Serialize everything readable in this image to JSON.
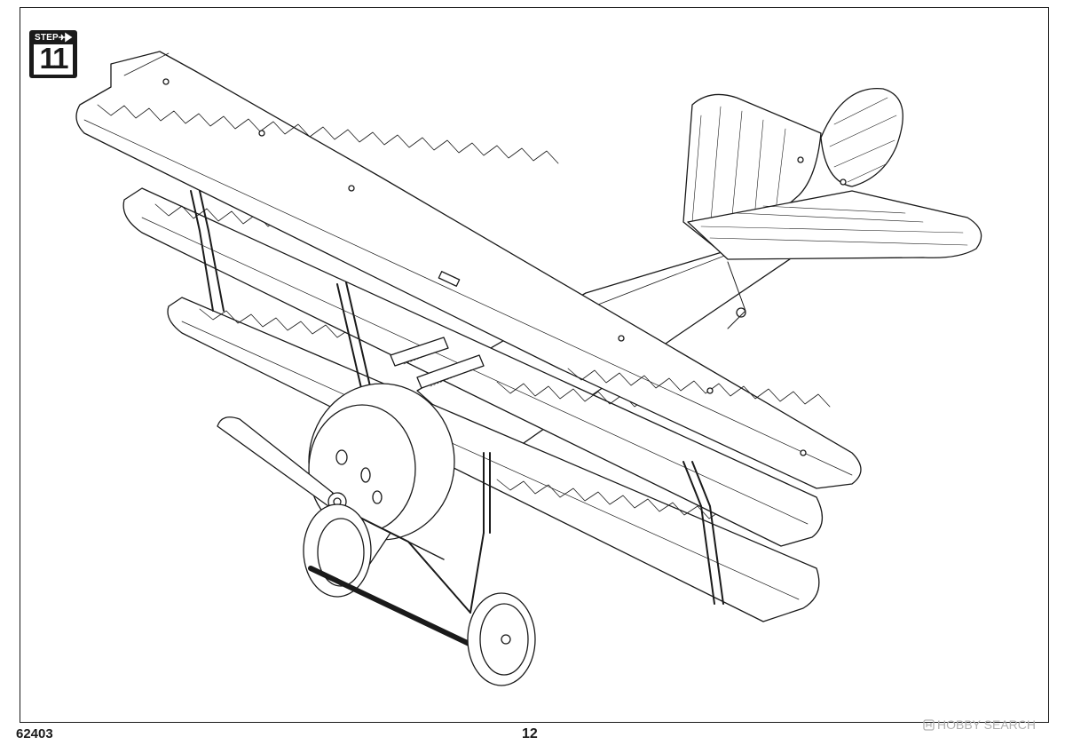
{
  "step": {
    "label": "STEP",
    "number": "11"
  },
  "footer": {
    "kit_number": "62403",
    "page_number": "12"
  },
  "watermark": {
    "text": "HOBBY SEARCH"
  },
  "illustration": {
    "subject": "triplane",
    "icon": "aircraft-assembly-illustration"
  }
}
